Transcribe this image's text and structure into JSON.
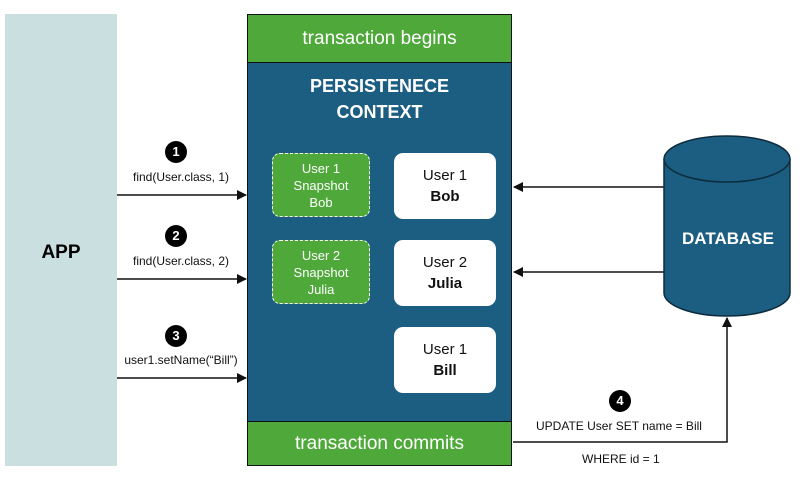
{
  "app": {
    "label": "APP"
  },
  "context": {
    "begin_label": "transaction begins",
    "title_line1": "PERSISTENECE",
    "title_line2": "CONTEXT",
    "commit_label": "transaction commits",
    "snapshots": [
      {
        "line1": "User 1",
        "line2": "Snapshot",
        "line3": "Bob"
      },
      {
        "line1": "User 2",
        "line2": "Snapshot",
        "line3": "Julia"
      }
    ],
    "entities": [
      {
        "title": "User 1",
        "name": "Bob"
      },
      {
        "title": "User 2",
        "name": "Julia"
      },
      {
        "title": "User 1",
        "name": "Bill"
      }
    ]
  },
  "steps": [
    {
      "number": "1",
      "label": "find(User.class, 1)"
    },
    {
      "number": "2",
      "label": "find(User.class, 2)"
    },
    {
      "number": "3",
      "label": "user1.setName(“Bill”)"
    },
    {
      "number": "4",
      "label_line1": "UPDATE User SET name = Bill",
      "label_line2": "WHERE id = 1"
    }
  ],
  "database": {
    "label": "DATABASE",
    "color": "#1c5e82"
  },
  "colors": {
    "green": "#4fa83a",
    "blue": "#1c5e82",
    "app_bg": "#c9dfe0"
  }
}
